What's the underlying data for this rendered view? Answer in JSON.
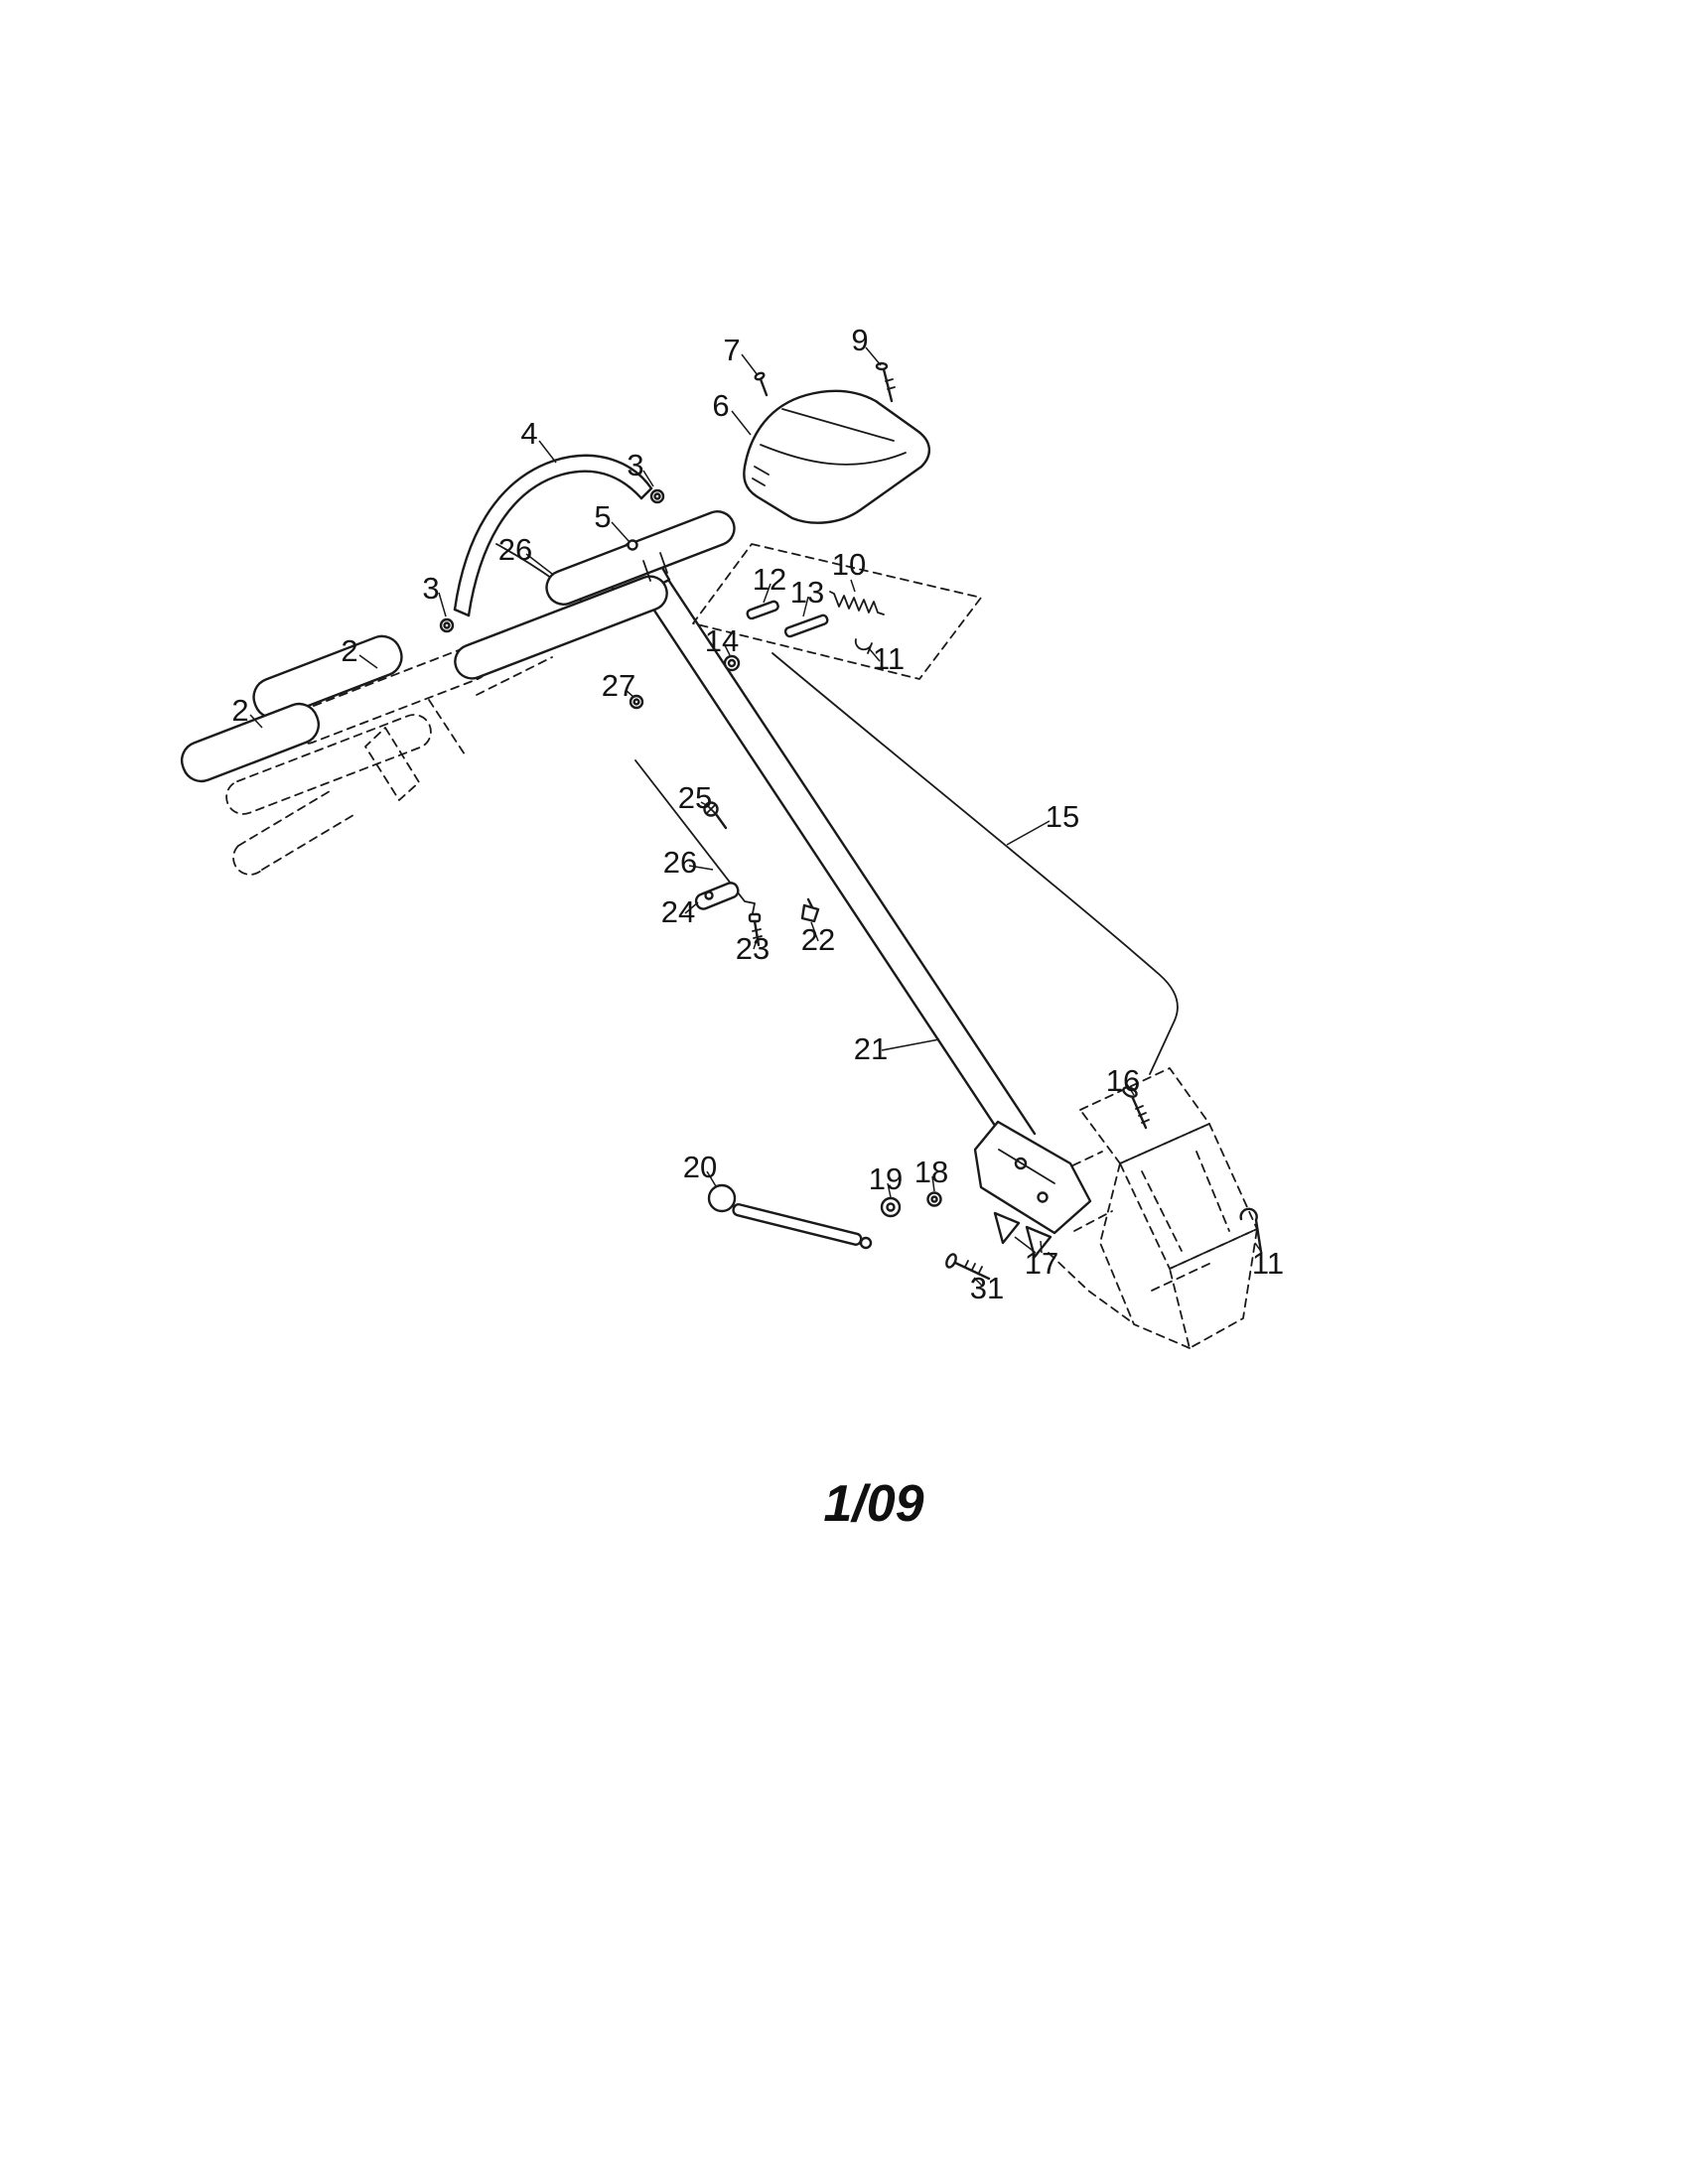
{
  "page": {
    "background_color": "#ffffff",
    "ink_color": "#1a1a1a",
    "date_label": "1/09"
  },
  "diagram": {
    "callouts": [
      {
        "label": "7"
      },
      {
        "label": "9"
      },
      {
        "label": "6"
      },
      {
        "label": "4"
      },
      {
        "label": "3"
      },
      {
        "label": "5"
      },
      {
        "label": "26"
      },
      {
        "label": "10"
      },
      {
        "label": "12"
      },
      {
        "label": "13"
      },
      {
        "label": "3"
      },
      {
        "label": "14"
      },
      {
        "label": "2"
      },
      {
        "label": "11"
      },
      {
        "label": "2"
      },
      {
        "label": "27"
      },
      {
        "label": "25"
      },
      {
        "label": "15"
      },
      {
        "label": "26"
      },
      {
        "label": "24"
      },
      {
        "label": "23"
      },
      {
        "label": "22"
      },
      {
        "label": "21"
      },
      {
        "label": "16"
      },
      {
        "label": "20"
      },
      {
        "label": "19"
      },
      {
        "label": "18"
      },
      {
        "label": "11"
      },
      {
        "label": "17"
      },
      {
        "label": "31"
      }
    ]
  }
}
